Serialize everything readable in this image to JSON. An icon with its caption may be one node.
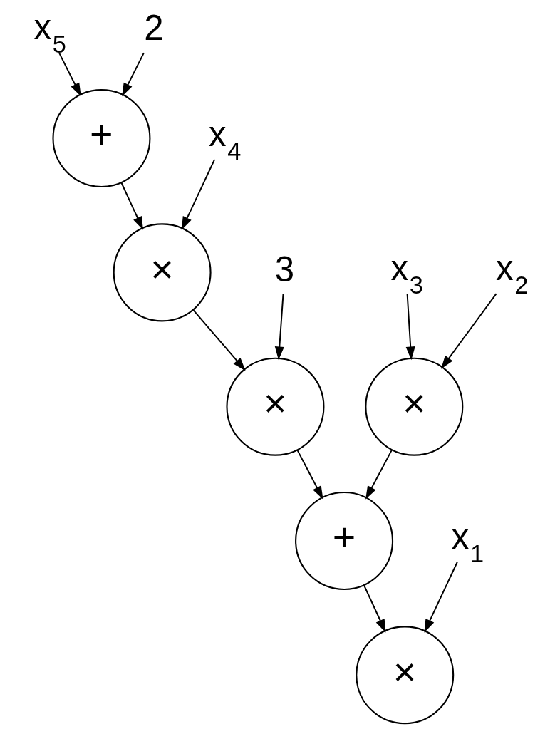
{
  "diagram": {
    "nodes": [
      {
        "text": [
          "x$_{5}$"
        ]
      },
      {
        "text": [
          "2"
        ]
      },
      {
        "text": [
          "+"
        ]
      },
      {
        "text": [
          "x$_{4}$"
        ]
      },
      {
        "text": [
          "×"
        ]
      },
      {
        "text": [
          "3"
        ]
      },
      {
        "text": [
          "x$_{3}$"
        ]
      },
      {
        "text": [
          "x$_{2}$"
        ]
      },
      {
        "text": [
          "×"
        ]
      },
      {
        "text": [
          "×"
        ]
      },
      {
        "text": [
          "+"
        ]
      },
      {
        "text": [
          "x$_{1}$"
        ]
      },
      {
        "text": [
          "×"
        ]
      }
    ],
    "edges": [
      {
        "from": 0,
        "to": 2,
        "arrow": "to"
      },
      {
        "from": 1,
        "to": 2,
        "arrow": "to"
      },
      {
        "from": 2,
        "to": 4,
        "arrow": "to"
      },
      {
        "from": 3,
        "to": 4,
        "arrow": "to"
      },
      {
        "from": 4,
        "to": 8,
        "arrow": "to"
      },
      {
        "from": 5,
        "to": 8,
        "arrow": "to"
      },
      {
        "from": 6,
        "to": 9,
        "arrow": "to"
      },
      {
        "from": 7,
        "to": 9,
        "arrow": "to"
      },
      {
        "from": 8,
        "to": 10,
        "arrow": "to"
      },
      {
        "from": 9,
        "to": 10,
        "arrow": "to"
      },
      {
        "from": 10,
        "to": 12,
        "arrow": "to"
      },
      {
        "from": 11,
        "to": 12,
        "arrow": "to"
      }
    ]
  }
}
